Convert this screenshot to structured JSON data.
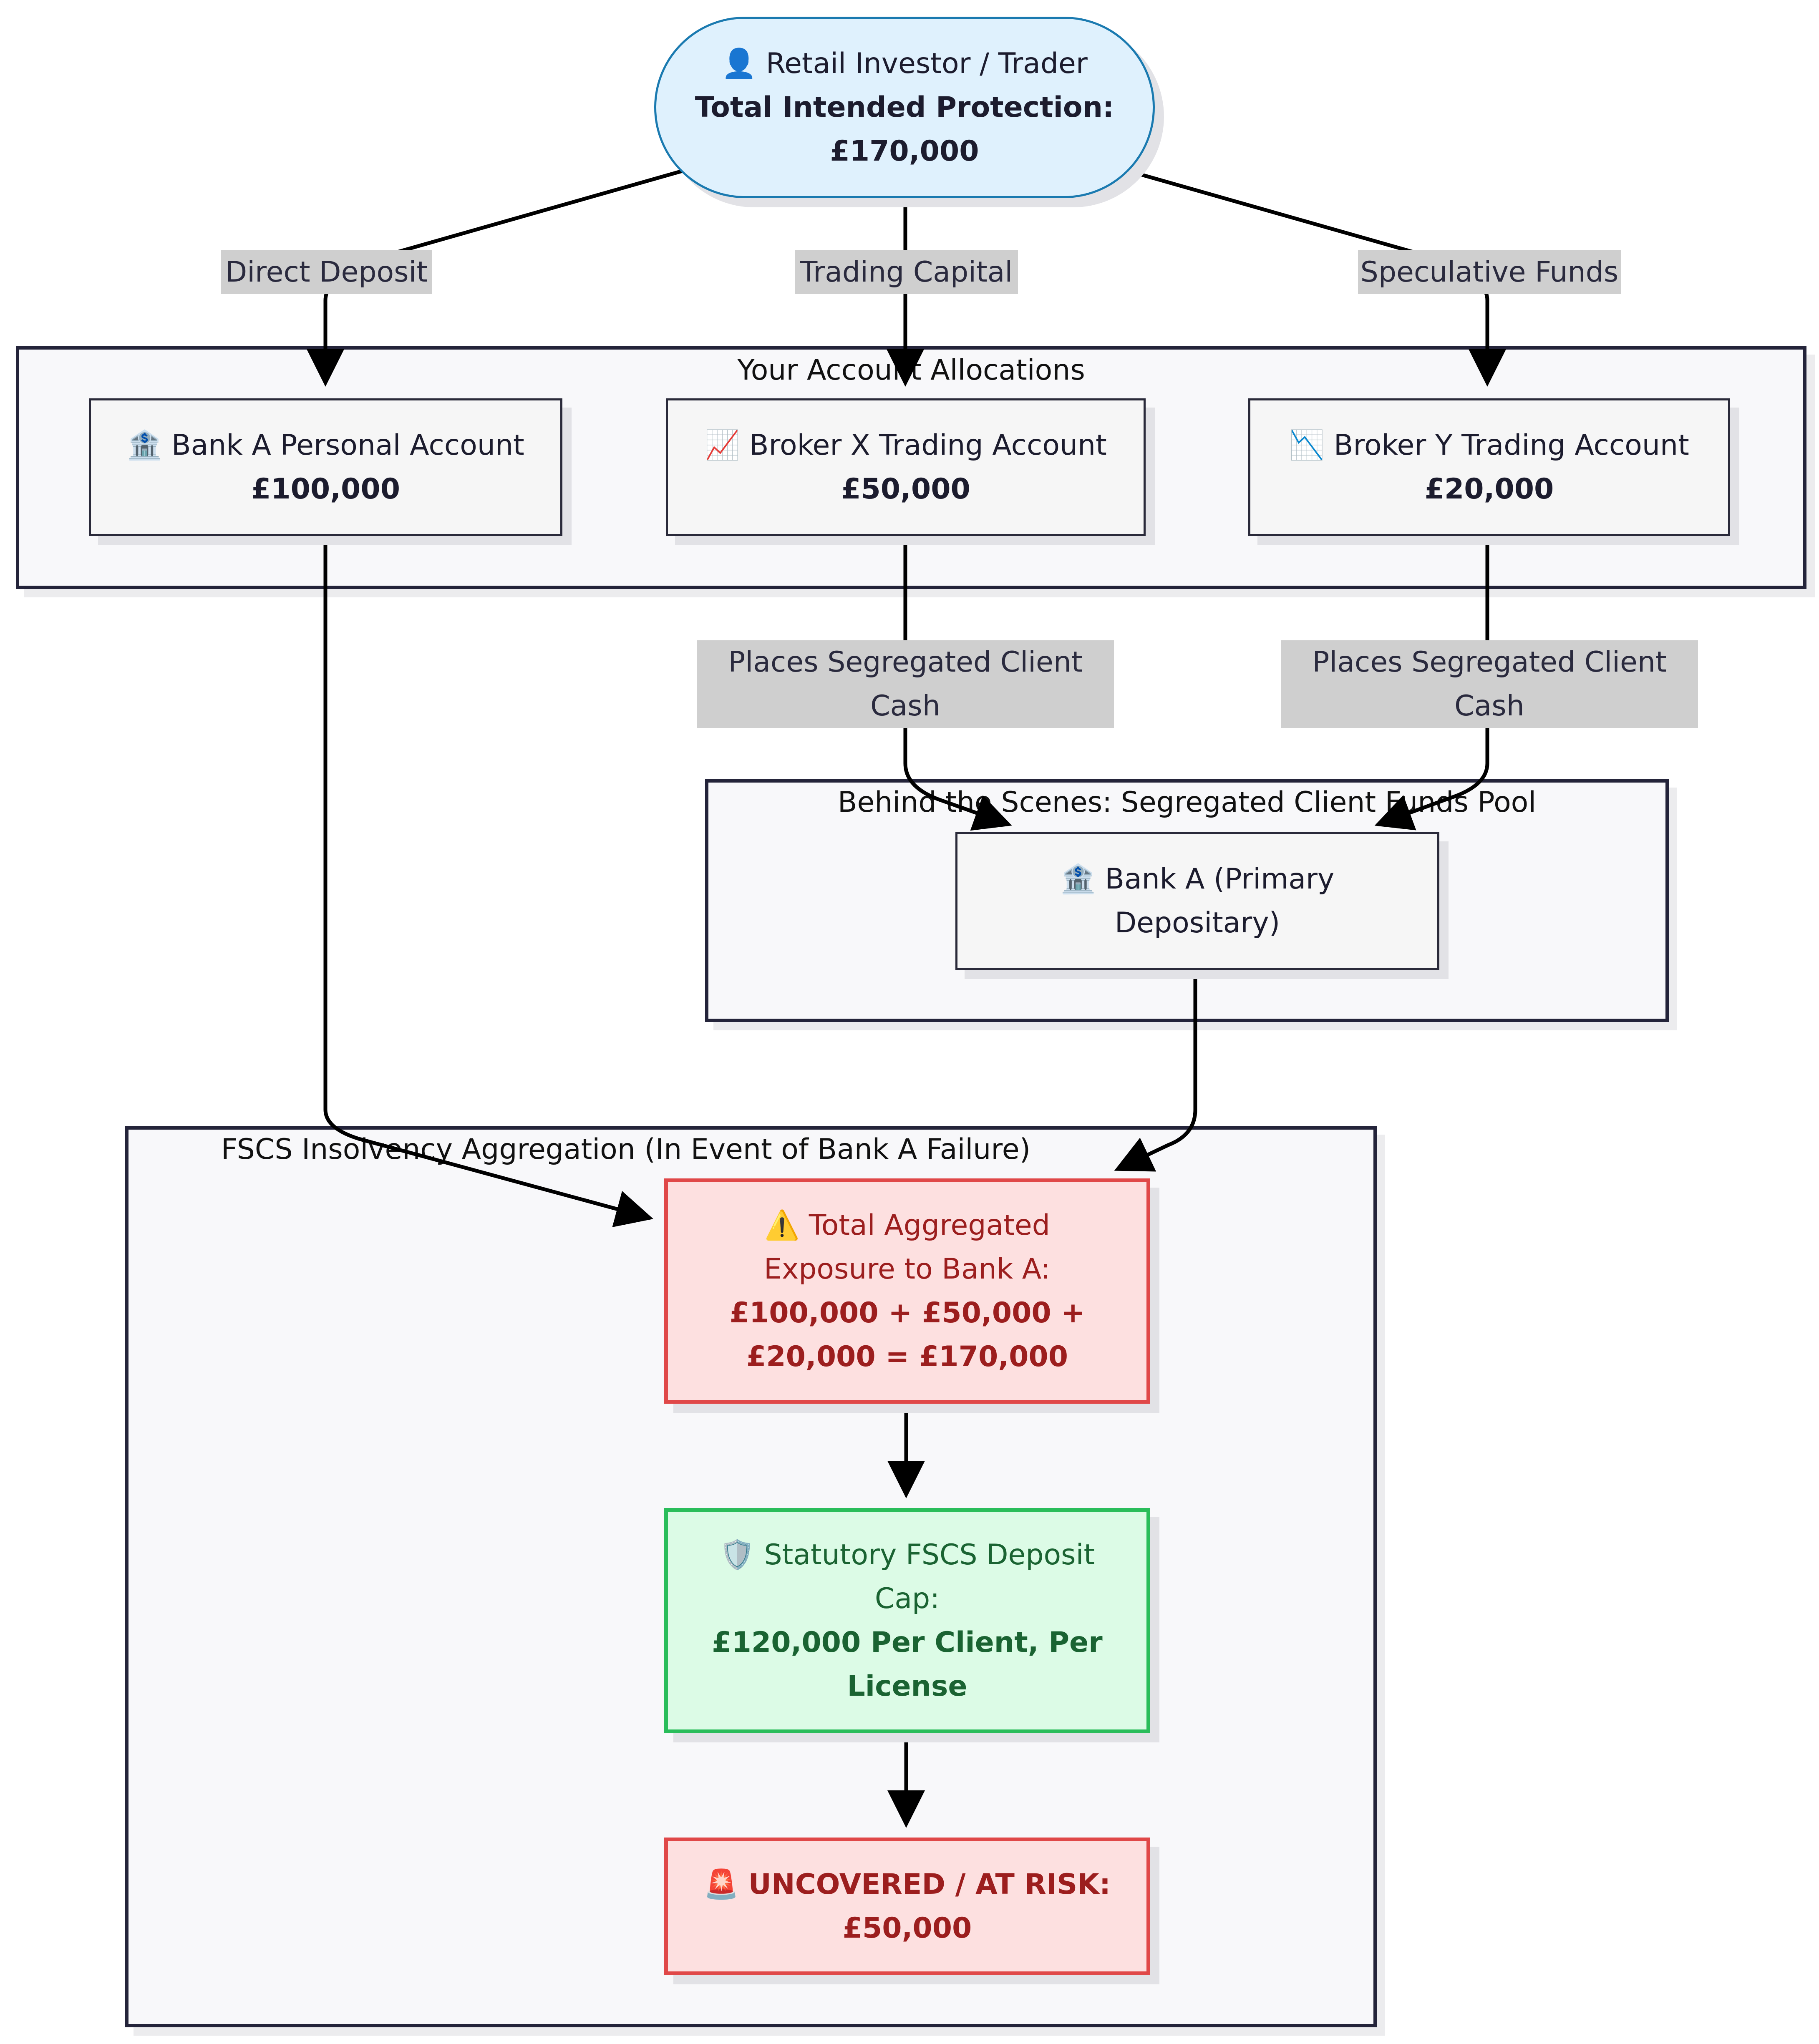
{
  "root": {
    "icon": "👤",
    "title": "Retail Investor / Trader",
    "line2": "Total Intended Protection:",
    "line3": "£170,000"
  },
  "edge_labels": {
    "direct": "Direct Deposit",
    "trading": "Trading Capital",
    "speculative": "Speculative Funds",
    "segregated_x": [
      "Places Segregated Client",
      "Cash"
    ],
    "segregated_y": [
      "Places Segregated Client",
      "Cash"
    ]
  },
  "groups": {
    "allocations": "Your Account Allocations",
    "pool": "Behind the Scenes: Segregated Client Funds Pool",
    "aggregation": "FSCS Insolvency Aggregation (In Event of Bank A Failure)"
  },
  "nodes": {
    "bank_a_personal": {
      "icon": "🏦",
      "title": "Bank A Personal Account",
      "amount": "£100,000"
    },
    "broker_x": {
      "icon": "📈",
      "title": "Broker X Trading Account",
      "amount": "£50,000"
    },
    "broker_y": {
      "icon": "📉",
      "title": "Broker Y Trading Account",
      "amount": "£20,000"
    },
    "bank_a_primary": {
      "icon": "🏦",
      "line1": "Bank A (Primary",
      "line2": "Depositary)"
    },
    "total_exposure": {
      "icon": "⚠️",
      "line1": "Total Aggregated",
      "line2": "Exposure to Bank A:",
      "line3": "£100,000 + £50,000 +",
      "line4": "£20,000 = £170,000"
    },
    "fscs_cap": {
      "icon": "🛡️",
      "line1": "Statutory FSCS Deposit",
      "line2": "Cap:",
      "line3": "£120,000 Per Client, Per",
      "line4": "License"
    },
    "uncovered": {
      "icon": "🚨",
      "line1": "UNCOVERED / AT RISK:",
      "line2": "£50,000"
    }
  }
}
